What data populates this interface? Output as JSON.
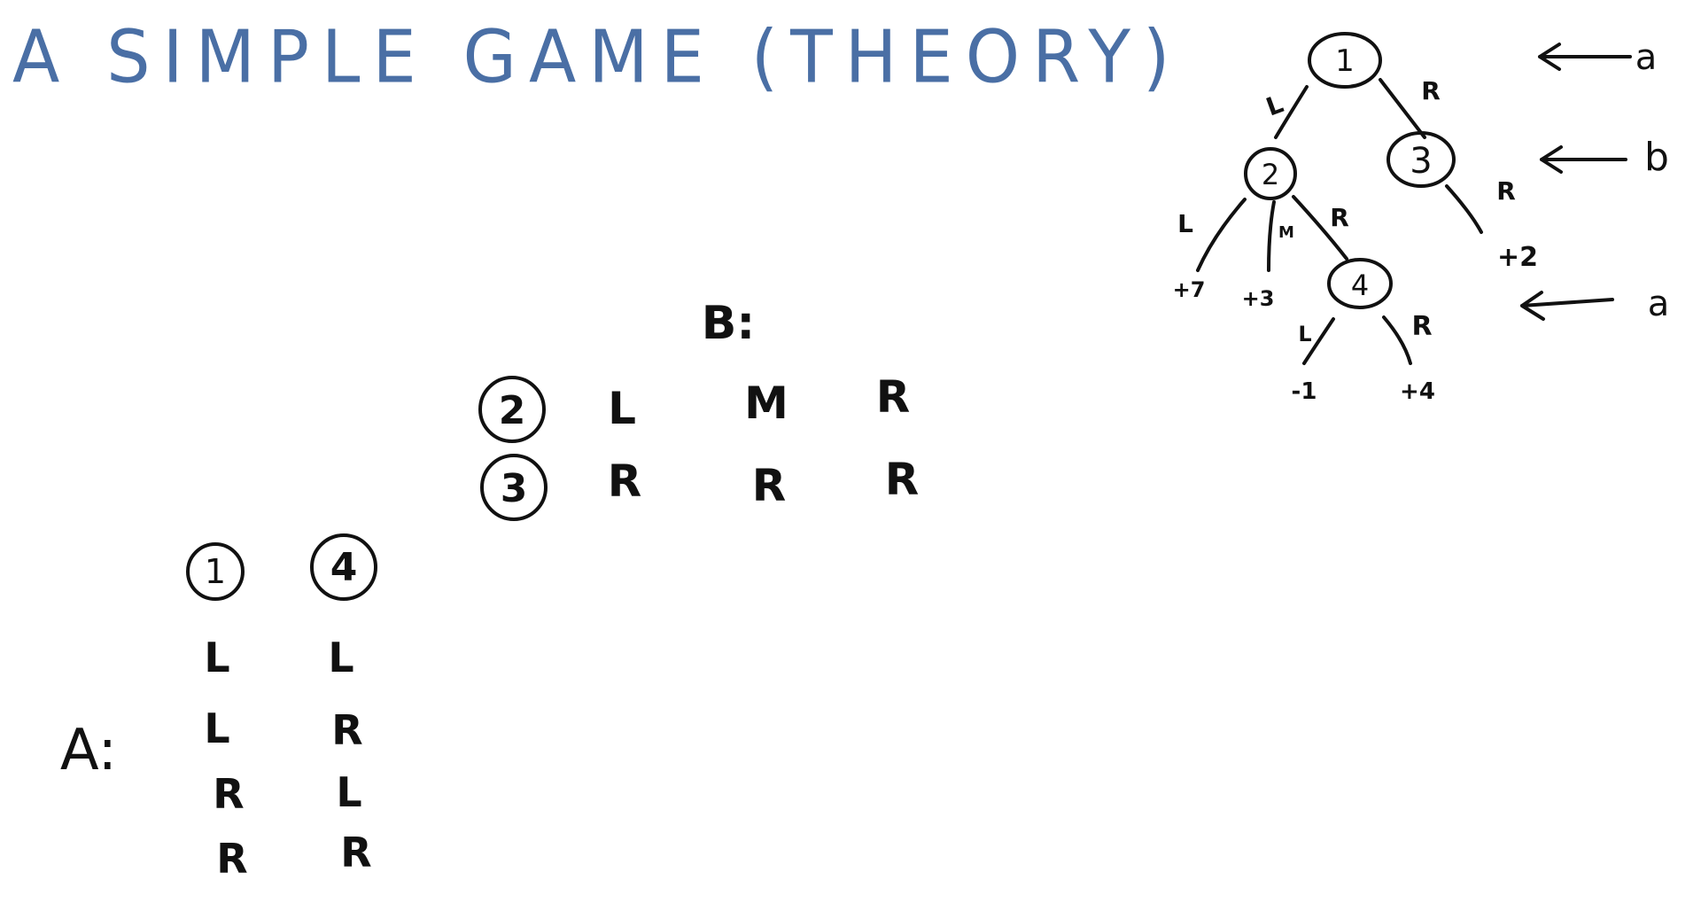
{
  "title": "A SIMPLE GAME (THEORY)",
  "colors": {
    "title_ink": "#4a6fa5",
    "ink": "#111111",
    "board": "#ffffff"
  },
  "tree": {
    "nodes": [
      {
        "id": "n1",
        "label": "1"
      },
      {
        "id": "n2",
        "label": "2"
      },
      {
        "id": "n3",
        "label": "3"
      },
      {
        "id": "n4",
        "label": "4"
      }
    ],
    "edge_labels": {
      "n1_left": "L",
      "n1_right": "R",
      "n2_left": "L",
      "n2_mid": "M",
      "n2_right": "R",
      "n3_right": "R",
      "n4_left": "L",
      "n4_right": "R"
    },
    "leaves": {
      "n2_left": "+7",
      "n2_mid": "+3",
      "n3_right": "+2",
      "n4_left": "-1",
      "n4_right": "+4"
    },
    "player_levels": [
      "a",
      "b",
      "a"
    ]
  },
  "b_strategies": {
    "label": "B:",
    "rows": [
      {
        "node": "2",
        "moves": [
          "L",
          "M",
          "R"
        ]
      },
      {
        "node": "3",
        "moves": [
          "R",
          "R",
          "R"
        ]
      }
    ]
  },
  "a_strategies": {
    "label": "A:",
    "headers": [
      "1",
      "4"
    ],
    "rows": [
      [
        "L",
        "L"
      ],
      [
        "L",
        "R"
      ],
      [
        "R",
        "L"
      ],
      [
        "R",
        "R"
      ]
    ]
  }
}
